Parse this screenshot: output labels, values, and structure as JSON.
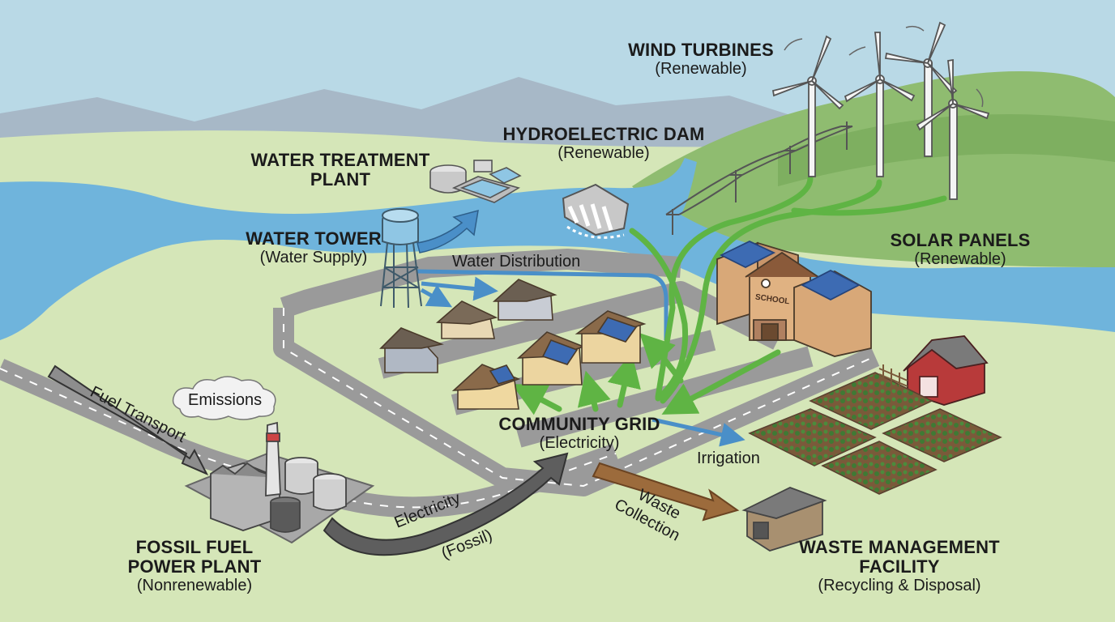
{
  "labels": {
    "wind": {
      "title": "WIND TURBINES",
      "sub": "(Renewable)"
    },
    "hydro": {
      "title": "HYDROELECTRIC DAM",
      "sub": "(Renewable)"
    },
    "water_treatment": {
      "title_line1": "WATER TREATMENT",
      "title_line2": "PLANT"
    },
    "water_tower": {
      "title": "WATER TOWER",
      "sub": "(Water Supply)"
    },
    "solar": {
      "title": "SOLAR PANELS",
      "sub": "(Renewable)"
    },
    "grid": {
      "title": "COMMUNITY GRID",
      "sub": "(Electricity)"
    },
    "fossil": {
      "title_line1": "FOSSIL FUEL",
      "title_line2": "POWER PLANT",
      "sub": "(Nonrenewable)"
    },
    "waste": {
      "title_line1": "WASTE MANAGEMENT",
      "title_line2": "FACILITY",
      "sub": "(Recycling & Disposal)"
    }
  },
  "flows": {
    "water_distribution": "Water Distribution",
    "fuel_transport": "Fuel Transport",
    "emissions": "Emissions",
    "electricity": "Electricity",
    "fossil": "(Fossil)",
    "irrigation": "Irrigation",
    "waste_line1": "Waste",
    "waste_line2": "Collection"
  },
  "buildings": {
    "school_sign": "SCHOOL"
  },
  "colors": {
    "sky": "#b9d9e6",
    "land": "#d5e6b8",
    "hill": "#8fbc70",
    "river": "#6fb4dc",
    "road": "#9a9a9a",
    "electric_flow": "#5fb444",
    "water_flow": "#4a8fc8",
    "fossil_flow": "#5e5e5e",
    "waste_flow": "#9c6b3c"
  }
}
